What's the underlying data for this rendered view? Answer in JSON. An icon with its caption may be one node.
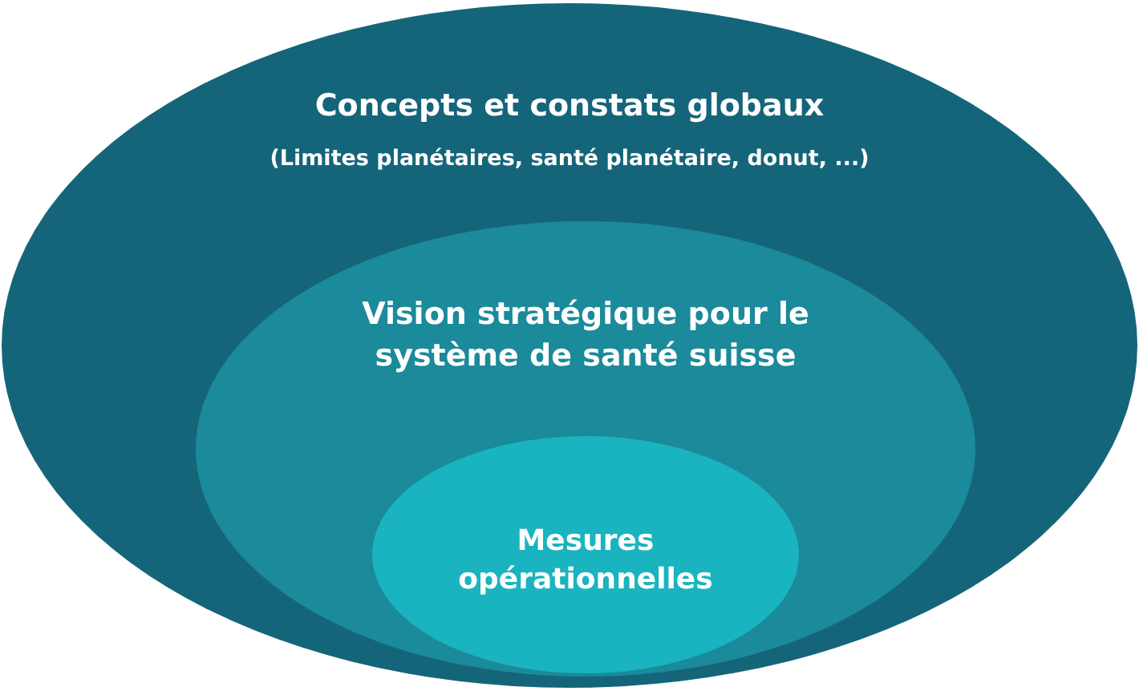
{
  "diagram": {
    "nodes": [
      {
        "text": [
          "Concepts et constats globaux",
          "(Limites planétaires, santé planétaire, donut, ...)"
        ]
      },
      {
        "text": [
          "Vision stratégique pour le système de santé suisse"
        ],
        "in": 0
      },
      {
        "text": [
          "Mesures opérationnelles"
        ],
        "in": 1
      }
    ]
  }
}
